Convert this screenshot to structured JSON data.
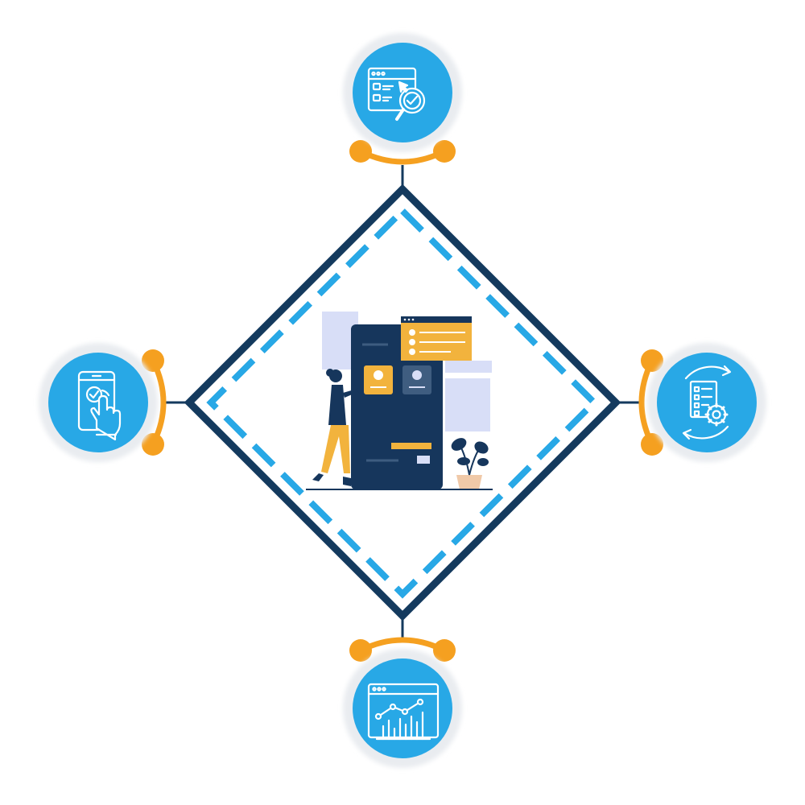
{
  "colors": {
    "navy": "#143a5e",
    "blue": "#28a8e6",
    "orange": "#f5a020",
    "halo": "#eef0f3",
    "yellow": "#f2b33d",
    "lavender": "#d8def7",
    "white": "#ffffff"
  },
  "diagram": {
    "center": {
      "illustration": "person-with-mobile-app-illustration"
    },
    "nodes": [
      {
        "id": "top",
        "icon": "browser-checklist-magnifier-icon"
      },
      {
        "id": "left",
        "icon": "mobile-tap-hand-icon"
      },
      {
        "id": "right",
        "icon": "document-gear-cycle-icon"
      },
      {
        "id": "bottom",
        "icon": "browser-analytics-chart-icon"
      }
    ]
  }
}
